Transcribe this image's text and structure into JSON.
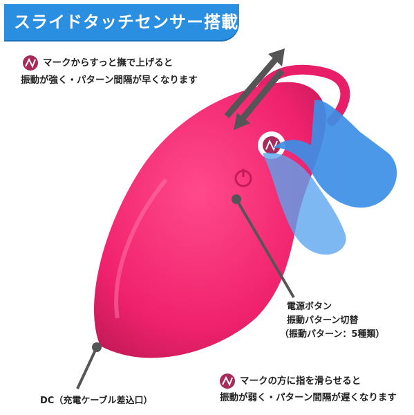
{
  "title": "スライドタッチセンサー搭載",
  "note_up": {
    "line1": "マークからすっと撫で上げると",
    "line2": "振動が強く・パターン間隔が早くなります"
  },
  "note_down": {
    "line1": "マークの方に指を滑らせると",
    "line2": "振動が弱く・パターン間隔が遅くなります"
  },
  "power_button": {
    "line1": "電源ボタン",
    "line2": "振動パターン切替",
    "line3": "（振動パターン：5種類）"
  },
  "dc_port": "DC（充電ケーブル差込口）",
  "colors": {
    "banner": "#2a8fe0",
    "body": "#f0226d",
    "body_shade": "#c41a57",
    "mark": "#a82a5a",
    "hand": "#3d8fe6",
    "arrow": "#555555"
  },
  "icons": [
    "sensor-mark-icon",
    "power-icon",
    "pointing-hand-icon",
    "slide-arrow-icon"
  ]
}
